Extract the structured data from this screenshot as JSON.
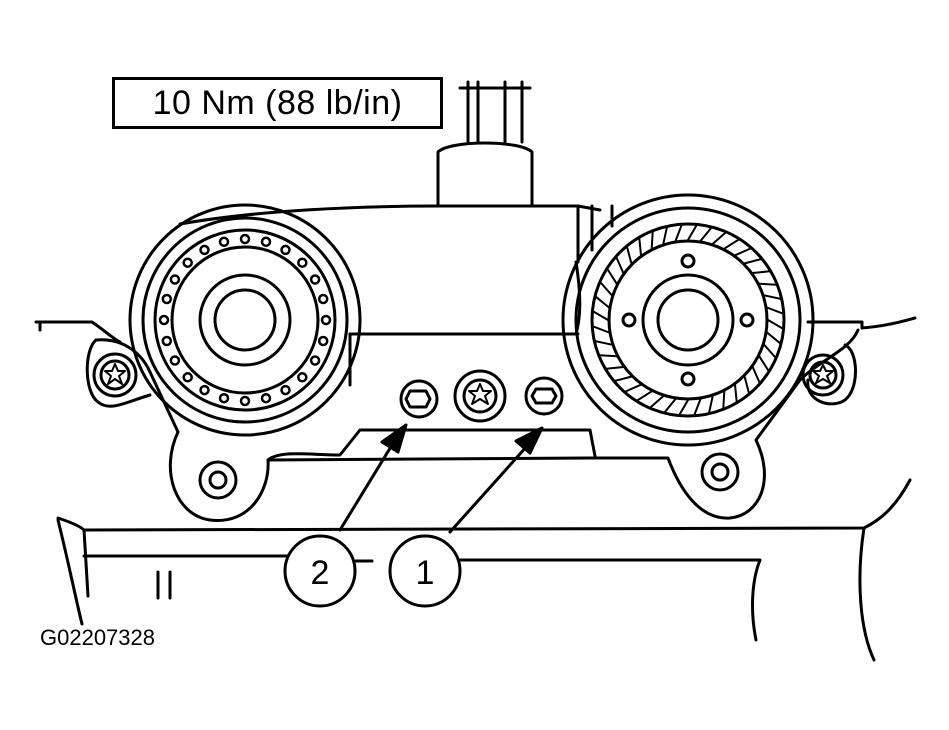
{
  "torque_label": "10 Nm (88 lb/in)",
  "callouts": [
    {
      "id": "2",
      "label": "2"
    },
    {
      "id": "1",
      "label": "1"
    }
  ],
  "figure_code": "G02207328"
}
